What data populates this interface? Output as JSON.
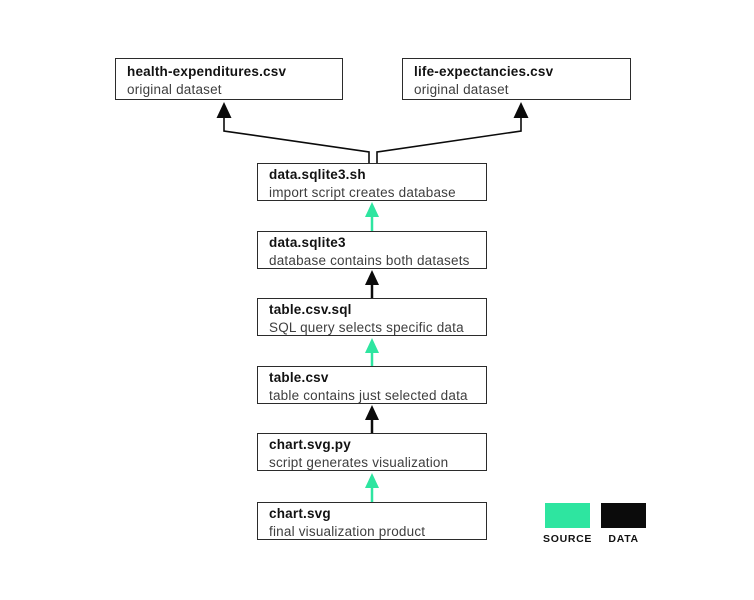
{
  "diagram": {
    "nodes": [
      {
        "title": "health-expenditures.csv",
        "subtitle": "original dataset"
      },
      {
        "title": "life-expectancies.csv",
        "subtitle": "original dataset"
      },
      {
        "title": "data.sqlite3.sh",
        "subtitle": "import script creates database"
      },
      {
        "title": "data.sqlite3",
        "subtitle": "database contains both datasets"
      },
      {
        "title": "table.csv.sql",
        "subtitle": "SQL query selects specific data"
      },
      {
        "title": "table.csv",
        "subtitle": "table contains just selected data"
      },
      {
        "title": "chart.svg.py",
        "subtitle": "script generates visualization"
      },
      {
        "title": "chart.svg",
        "subtitle": "final visualization product"
      }
    ],
    "arrows": [
      {
        "from": "data.sqlite3.sh",
        "to": "health-expenditures.csv",
        "type": "data"
      },
      {
        "from": "data.sqlite3.sh",
        "to": "life-expectancies.csv",
        "type": "data"
      },
      {
        "from": "data.sqlite3",
        "to": "data.sqlite3.sh",
        "type": "source"
      },
      {
        "from": "table.csv.sql",
        "to": "data.sqlite3",
        "type": "data"
      },
      {
        "from": "table.csv",
        "to": "table.csv.sql",
        "type": "source"
      },
      {
        "from": "chart.svg.py",
        "to": "table.csv",
        "type": "data"
      },
      {
        "from": "chart.svg",
        "to": "chart.svg.py",
        "type": "source"
      }
    ],
    "legend": [
      {
        "label": "SOURCE",
        "color": "#2ee5a0"
      },
      {
        "label": "DATA",
        "color": "#0b0b0b"
      }
    ],
    "colors": {
      "source": "#2ee5a0",
      "data": "#0b0b0b"
    }
  }
}
